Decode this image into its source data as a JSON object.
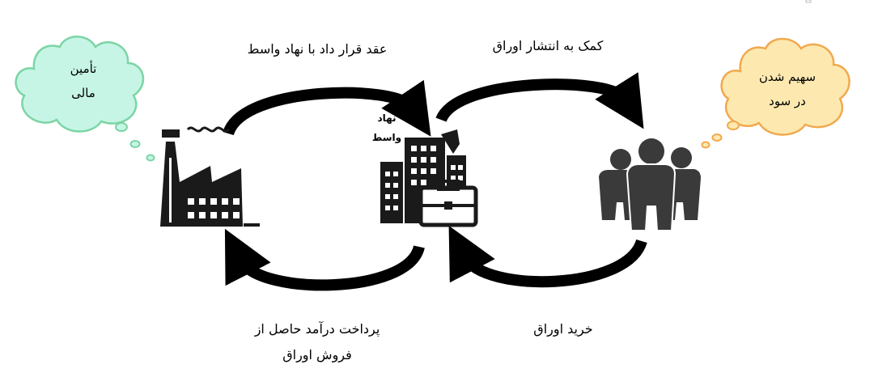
{
  "diagram": {
    "arrow_top_left": "عقد قرار داد با نهاد واسط",
    "arrow_top_right": "کمک به انتشار اوراق",
    "arrow_bottom_left_line1": "پرداخت درآمد حاصل از",
    "arrow_bottom_left_line2": "فروش اوراق",
    "arrow_bottom_right": "خرید اوراق",
    "left_cloud_line1": "تأمین",
    "left_cloud_line2": "مالی",
    "right_cloud_line1": "سهیم شدن",
    "right_cloud_line2": "در سود",
    "middle_line1": "نهاد",
    "middle_line2": "واسط"
  },
  "icons": {
    "left": "factory-icon",
    "middle": "office-building-briefcase-icon",
    "right": "people-group-icon"
  },
  "colors": {
    "left_cloud_fill": "#c6f5e6",
    "left_cloud_stroke": "#7bd5a4",
    "right_cloud_fill": "#fde9b0",
    "right_cloud_stroke": "#f1a94e",
    "icon": "#1a1a1a",
    "people": "#3a3a3a"
  }
}
